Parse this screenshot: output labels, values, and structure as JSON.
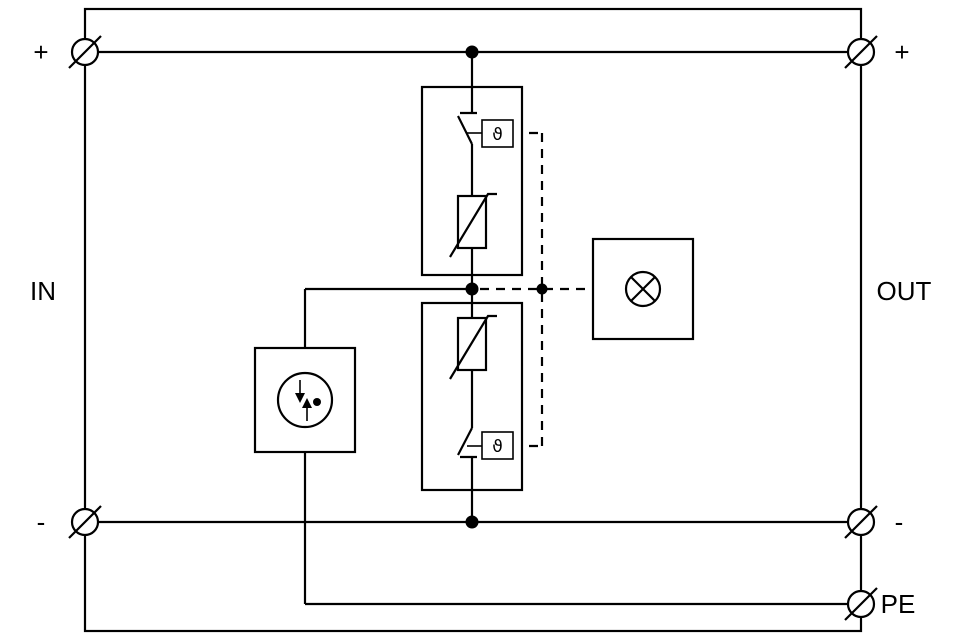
{
  "diagram": {
    "type": "circuit-schematic",
    "description": "Internal wiring diagram of a two-pole surge protective device with varistors, thermal disconnects, gas discharge arrester to PE and status indicator",
    "labels": {
      "plus_left": "+",
      "plus_right": "+",
      "minus_left": "-",
      "minus_right": "-",
      "in": "IN",
      "out": "OUT",
      "pe": "PE",
      "theta_upper": "ϑ",
      "theta_lower": "ϑ"
    },
    "components": [
      {
        "name": "terminal-in-plus",
        "symbol": "screw-terminal-circle-slash"
      },
      {
        "name": "terminal-out-plus",
        "symbol": "screw-terminal-circle-slash"
      },
      {
        "name": "terminal-in-minus",
        "symbol": "screw-terminal-circle-slash"
      },
      {
        "name": "terminal-out-minus",
        "symbol": "screw-terminal-circle-slash"
      },
      {
        "name": "terminal-pe",
        "symbol": "screw-terminal-circle-slash"
      },
      {
        "name": "upper-protection-module",
        "symbol": "thermal-disconnect-switch-and-varistor"
      },
      {
        "name": "lower-protection-module",
        "symbol": "varistor-and-thermal-disconnect-switch"
      },
      {
        "name": "gas-discharge-arrester",
        "symbol": "circle-with-opposing-arrows-and-dot"
      },
      {
        "name": "status-indicator-lamp",
        "symbol": "circle-with-diagonal-cross"
      },
      {
        "name": "mechanical-linkage",
        "symbol": "dashed-line"
      }
    ],
    "colors": {
      "line": "#000000",
      "background": "#ffffff"
    }
  }
}
